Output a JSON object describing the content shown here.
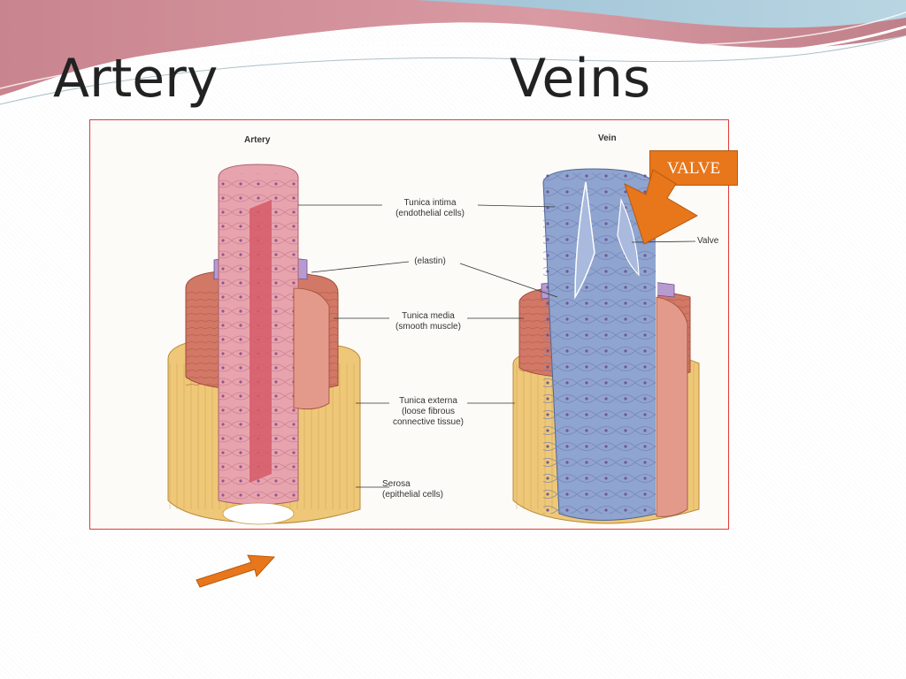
{
  "slide": {
    "title_left": "Artery",
    "title_right": "Veins"
  },
  "diagram": {
    "artery_heading": "Artery",
    "vein_heading": "Vein",
    "labels": {
      "tunica_intima": [
        "Tunica intima",
        "(endothelial cells)"
      ],
      "elastin": "(elastin)",
      "tunica_media": [
        "Tunica media",
        "(smooth muscle)"
      ],
      "tunica_externa": [
        "Tunica externa",
        "(loose fibrous",
        "connective tissue)"
      ],
      "serosa": [
        "Serosa",
        "(epithelial cells)"
      ],
      "valve": "Valve"
    }
  },
  "callout": {
    "valve_tag": "VALVE"
  },
  "colors": {
    "frame_border": "#e23a3a",
    "callout_orange": "#e8761b",
    "artery_pink": "#e8a4ae",
    "vein_blue": "#8fa4cf",
    "muscle_red": "#d27866",
    "fibrous_yellow": "#eec878"
  },
  "icons": [
    "callout-arrow-icon",
    "pointer-arrow-icon"
  ]
}
